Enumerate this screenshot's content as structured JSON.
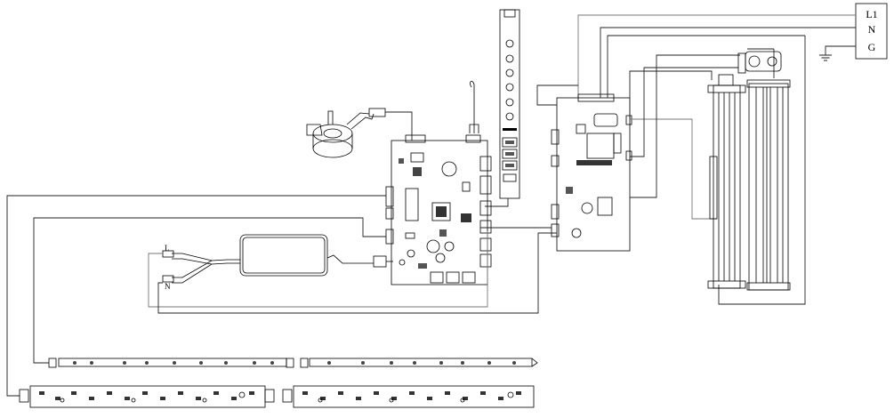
{
  "terminals": {
    "line": "L1",
    "neutral": "N",
    "ground": "G"
  },
  "psu_labels": {
    "line": "L",
    "neutral": "N"
  }
}
